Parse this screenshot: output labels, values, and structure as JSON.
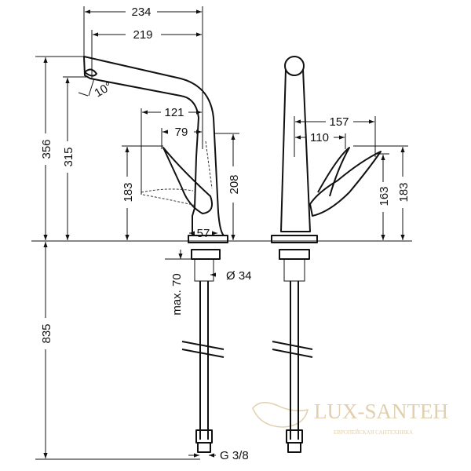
{
  "dimensions": {
    "d234": "234",
    "d219": "219",
    "d356": "356",
    "d315": "315",
    "angle": "10°",
    "d121": "121",
    "d79": "79",
    "d183_left": "183",
    "d208": "208",
    "d57": "57",
    "d835": "835",
    "max70": "max. 70",
    "dia34": "Ø 34",
    "g38": "G 3/8",
    "d157": "157",
    "d110": "110",
    "d163": "163",
    "d183_right": "183"
  },
  "watermark": {
    "brand": "LUX-SANTEH",
    "tagline": "ЕВРОПЕЙСКАЯ САНТЕХНИКА"
  }
}
